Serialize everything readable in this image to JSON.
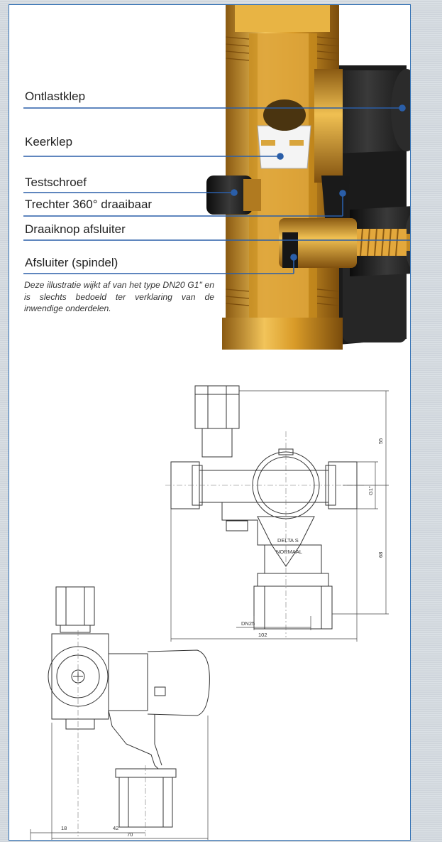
{
  "labels": {
    "ontlastklep": "Ontlastklep",
    "keerklep": "Keerklep",
    "testschroef": "Testschroef",
    "trechter": "Trechter 360° draaibaar",
    "draaiknop": "Draaiknop afsluiter",
    "afsluiter": "Afsluiter (spindel)"
  },
  "note": "Deze illustratie wijkt af van het type DN20 G1\" en is slechts bedoeld ter verklaring van de inwendige onderdelen.",
  "front_drawing": {
    "dim_top": "55",
    "dim_thread": "G1\"",
    "dim_bottom": "68",
    "dim_dn": "DN25",
    "dim_width": "102",
    "inner_text_1": "DELTA S",
    "inner_text_2": "NORMAAL"
  },
  "side_drawing": {
    "dim_left": "18",
    "dim_mid": "42",
    "dim_total": "70"
  },
  "colors": {
    "leader_line": "#2a5ea8",
    "brass": "#d4a23a",
    "black_housing": "#1e1e1e",
    "panel_border": "#2f6fb3"
  }
}
